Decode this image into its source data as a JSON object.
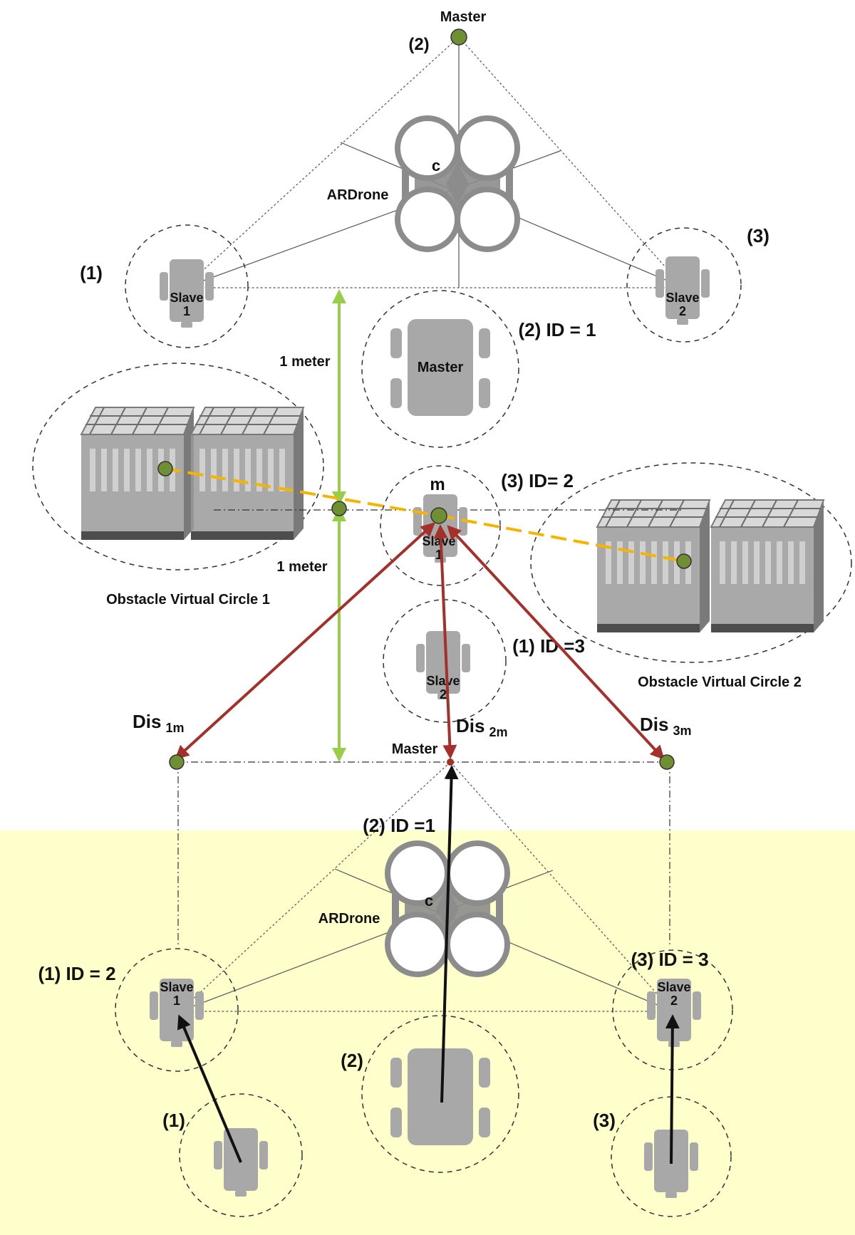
{
  "colors": {
    "background": "#ffffff",
    "lower_band": "#ffffcc",
    "robot_gray": "#a8a8a8",
    "drone_gray": "#8c8c8c",
    "node_green": "#6f8f32",
    "distance_arrow": "#a3302a",
    "meter_arrow": "#9acd4a",
    "obstacle_link": "#f5b400",
    "motion_arrow": "#111111"
  },
  "top_formation": {
    "master_label": "Master",
    "master_index": "(2)",
    "center_label": "c",
    "drone_label": "ARDrone",
    "left_index": "(1)",
    "right_index": "(3)",
    "slave1_label": "Slave",
    "slave1_num": "1",
    "slave2_label": "Slave",
    "slave2_num": "2"
  },
  "middle": {
    "master_robot_label": "Master",
    "master_robot_id": "(2) ID = 1",
    "meter_top": "1 meter",
    "meter_bottom": "1 meter",
    "m_label": "m",
    "slave1_robot_id": "(3) ID= 2",
    "slave1_label": "Slave",
    "slave1_num": "1",
    "slave2_robot_id": "(1) ID =3",
    "slave2_label": "Slave",
    "slave2_num": "2",
    "obstacle1_label": "Obstacle Virtual Circle 1",
    "obstacle2_label": "Obstacle Virtual Circle 2"
  },
  "distances": {
    "dis1_main": "Dis",
    "dis1_sub": "1m",
    "dis2_main": "Dis",
    "dis2_sub": "2m",
    "dis3_main": "Dis",
    "dis3_sub": "3m",
    "master_label": "Master"
  },
  "bottom_formation": {
    "center_id": "(2) ID =1",
    "center_label": "c",
    "drone_label": "ARDrone",
    "left_id": "(1) ID = 2",
    "right_id": "(3) ID = 3",
    "slave1_label": "Slave",
    "slave1_num": "1",
    "slave2_label": "Slave",
    "slave2_num": "2",
    "start_left_index": "(1)",
    "start_center_index": "(2)",
    "start_right_index": "(3)"
  }
}
